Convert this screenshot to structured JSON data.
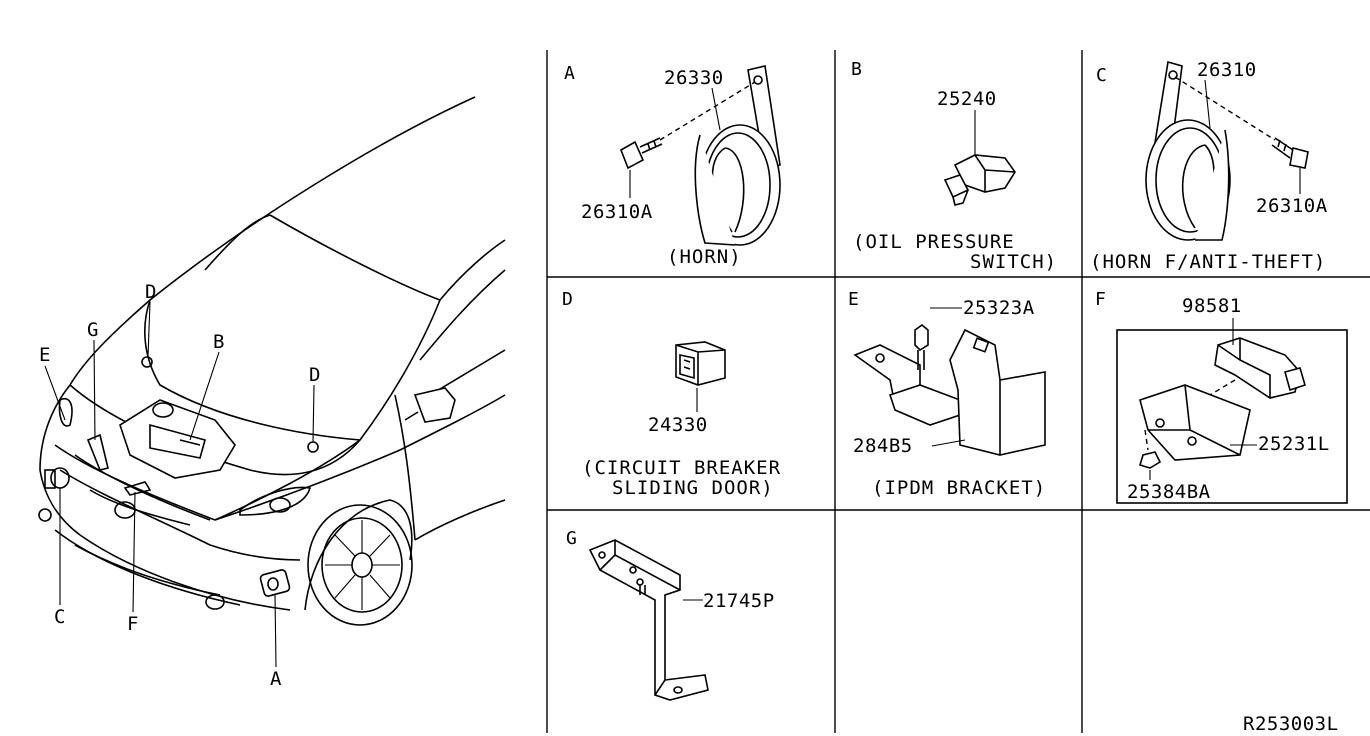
{
  "callouts": {
    "A": "A",
    "B": "B",
    "C": "C",
    "D1": "D",
    "D2": "D",
    "E": "E",
    "F": "F",
    "G": "G"
  },
  "panels": {
    "A": {
      "letter": "A",
      "parts": [
        "26330",
        "26310A"
      ],
      "caption": "(HORN)"
    },
    "B": {
      "letter": "B",
      "parts": [
        "25240"
      ],
      "caption_lines": [
        "(OIL PRESSURE",
        "SWITCH)"
      ]
    },
    "C": {
      "letter": "C",
      "parts": [
        "26310",
        "26310A"
      ],
      "caption": "(HORN F/ANTI-THEFT)"
    },
    "D": {
      "letter": "D",
      "parts": [
        "24330"
      ],
      "caption_lines": [
        "(CIRCUIT BREAKER",
        "SLIDING DOOR)"
      ]
    },
    "E": {
      "letter": "E",
      "parts": [
        "25323A",
        "284B5"
      ],
      "caption": "(IPDM BRACKET)"
    },
    "F": {
      "letter": "F",
      "parts": [
        "98581",
        "25231L",
        "25384BA"
      ]
    },
    "G": {
      "letter": "G",
      "parts": [
        "21745P"
      ]
    }
  },
  "drawing_code": "R253003L"
}
